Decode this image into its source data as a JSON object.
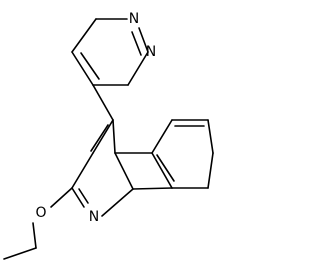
{
  "structure": {
    "atom_labels": {
      "pyridazine_n1": "N",
      "pyridazine_n2": "N",
      "quinoline_n": "N",
      "ether_o": "O"
    }
  }
}
